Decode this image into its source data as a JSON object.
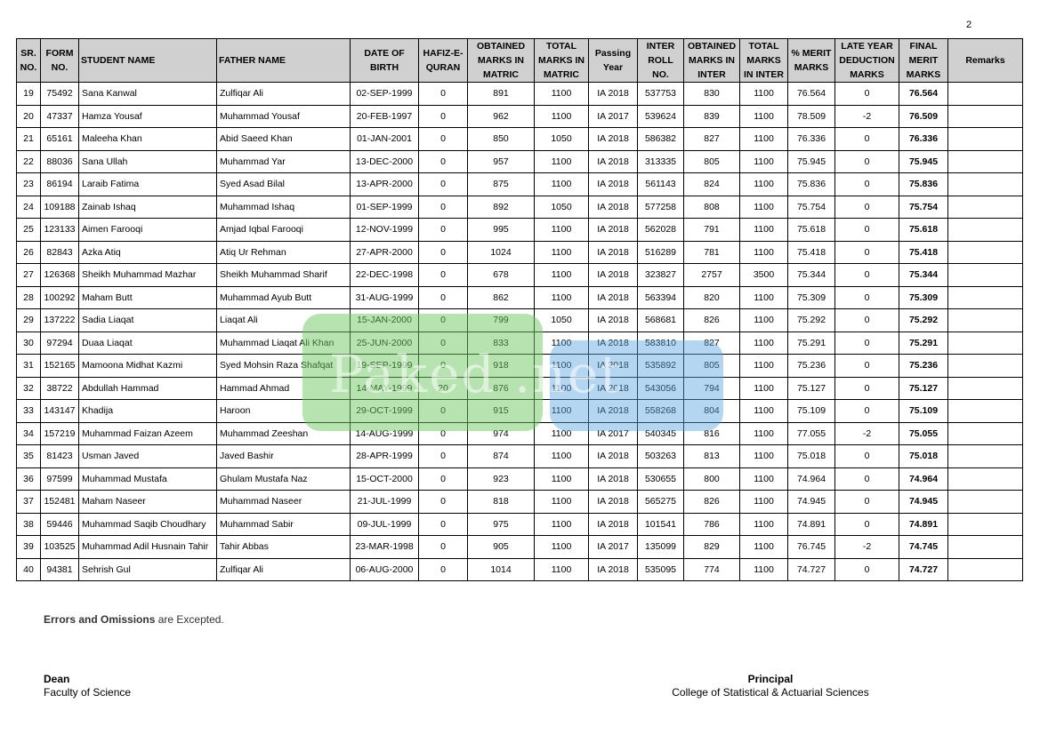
{
  "page_number": "2",
  "table": {
    "headers": {
      "sr": "SR. NO.",
      "form": "FORM NO.",
      "student": "STUDENT NAME",
      "father": "FATHER NAME",
      "dob": "DATE OF BIRTH",
      "hafiz": "HAFIZ-E-QURAN",
      "obt_matric": "OBTAINED MARKS IN MATRIC",
      "total_matric": "TOTAL MARKS IN MATRIC",
      "passing": "Passing Year",
      "roll": "INTER ROLL NO.",
      "obt_inter": "OBTAINED MARKS IN INTER",
      "total_inter": "TOTAL MARKS IN INTER",
      "merit": "% MERIT MARKS",
      "late": "LATE YEAR DEDUCTION MARKS",
      "final": "FINAL MERIT MARKS",
      "remarks": "Remarks"
    },
    "rows": [
      {
        "sr": "19",
        "form": "75492",
        "student": "Sana Kanwal",
        "father": "Zulfiqar Ali",
        "dob": "02-SEP-1999",
        "hafiz": "0",
        "obt_matric": "891",
        "total_matric": "1100",
        "passing": "IA 2018",
        "roll": "537753",
        "obt_inter": "830",
        "total_inter": "1100",
        "merit": "76.564",
        "late": "0",
        "final": "76.564",
        "remarks": ""
      },
      {
        "sr": "20",
        "form": "47337",
        "student": "Hamza Yousaf",
        "father": "Muhammad Yousaf",
        "dob": "20-FEB-1997",
        "hafiz": "0",
        "obt_matric": "962",
        "total_matric": "1100",
        "passing": "IA 2017",
        "roll": "539624",
        "obt_inter": "839",
        "total_inter": "1100",
        "merit": "78.509",
        "late": "-2",
        "final": "76.509",
        "remarks": ""
      },
      {
        "sr": "21",
        "form": "65161",
        "student": "Maleeha Khan",
        "father": "Abid Saeed Khan",
        "dob": "01-JAN-2001",
        "hafiz": "0",
        "obt_matric": "850",
        "total_matric": "1050",
        "passing": "IA 2018",
        "roll": "586382",
        "obt_inter": "827",
        "total_inter": "1100",
        "merit": "76.336",
        "late": "0",
        "final": "76.336",
        "remarks": ""
      },
      {
        "sr": "22",
        "form": "88036",
        "student": "Sana Ullah",
        "father": "Muhammad Yar",
        "dob": "13-DEC-2000",
        "hafiz": "0",
        "obt_matric": "957",
        "total_matric": "1100",
        "passing": "IA 2018",
        "roll": "313335",
        "obt_inter": "805",
        "total_inter": "1100",
        "merit": "75.945",
        "late": "0",
        "final": "75.945",
        "remarks": ""
      },
      {
        "sr": "23",
        "form": "86194",
        "student": "Laraib Fatima",
        "father": "Syed Asad Bilal",
        "dob": "13-APR-2000",
        "hafiz": "0",
        "obt_matric": "875",
        "total_matric": "1100",
        "passing": "IA 2018",
        "roll": "561143",
        "obt_inter": "824",
        "total_inter": "1100",
        "merit": "75.836",
        "late": "0",
        "final": "75.836",
        "remarks": ""
      },
      {
        "sr": "24",
        "form": "109188",
        "student": "Zainab Ishaq",
        "father": "Muhammad Ishaq",
        "dob": "01-SEP-1999",
        "hafiz": "0",
        "obt_matric": "892",
        "total_matric": "1050",
        "passing": "IA 2018",
        "roll": "577258",
        "obt_inter": "808",
        "total_inter": "1100",
        "merit": "75.754",
        "late": "0",
        "final": "75.754",
        "remarks": ""
      },
      {
        "sr": "25",
        "form": "123133",
        "student": "Aimen Farooqi",
        "father": "Amjad Iqbal Farooqi",
        "dob": "12-NOV-1999",
        "hafiz": "0",
        "obt_matric": "995",
        "total_matric": "1100",
        "passing": "IA 2018",
        "roll": "562028",
        "obt_inter": "791",
        "total_inter": "1100",
        "merit": "75.618",
        "late": "0",
        "final": "75.618",
        "remarks": ""
      },
      {
        "sr": "26",
        "form": "82843",
        "student": "Azka Atiq",
        "father": "Atiq Ur Rehman",
        "dob": "27-APR-2000",
        "hafiz": "0",
        "obt_matric": "1024",
        "total_matric": "1100",
        "passing": "IA 2018",
        "roll": "516289",
        "obt_inter": "781",
        "total_inter": "1100",
        "merit": "75.418",
        "late": "0",
        "final": "75.418",
        "remarks": ""
      },
      {
        "sr": "27",
        "form": "126368",
        "student": "Sheikh Muhammad Mazhar",
        "father": "Sheikh Muhammad Sharif",
        "dob": "22-DEC-1998",
        "hafiz": "0",
        "obt_matric": "678",
        "total_matric": "1100",
        "passing": "IA 2018",
        "roll": "323827",
        "obt_inter": "2757",
        "total_inter": "3500",
        "merit": "75.344",
        "late": "0",
        "final": "75.344",
        "remarks": ""
      },
      {
        "sr": "28",
        "form": "100292",
        "student": "Maham Butt",
        "father": "Muhammad Ayub Butt",
        "dob": "31-AUG-1999",
        "hafiz": "0",
        "obt_matric": "862",
        "total_matric": "1100",
        "passing": "IA 2018",
        "roll": "563394",
        "obt_inter": "820",
        "total_inter": "1100",
        "merit": "75.309",
        "late": "0",
        "final": "75.309",
        "remarks": ""
      },
      {
        "sr": "29",
        "form": "137222",
        "student": "Sadia Liaqat",
        "father": "Liaqat Ali",
        "dob": "15-JAN-2000",
        "hafiz": "0",
        "obt_matric": "799",
        "total_matric": "1050",
        "passing": "IA 2018",
        "roll": "568681",
        "obt_inter": "826",
        "total_inter": "1100",
        "merit": "75.292",
        "late": "0",
        "final": "75.292",
        "remarks": ""
      },
      {
        "sr": "30",
        "form": "97294",
        "student": "Duaa Liaqat",
        "father": "Muhammad Liaqat Ali Khan",
        "dob": "25-JUN-2000",
        "hafiz": "0",
        "obt_matric": "833",
        "total_matric": "1100",
        "passing": "IA 2018",
        "roll": "583810",
        "obt_inter": "827",
        "total_inter": "1100",
        "merit": "75.291",
        "late": "0",
        "final": "75.291",
        "remarks": ""
      },
      {
        "sr": "31",
        "form": "152165",
        "student": "Mamoona Midhat Kazmi",
        "father": "Syed Mohsin Raza Shafqat",
        "dob": "19-SEP-1999",
        "hafiz": "0",
        "obt_matric": "918",
        "total_matric": "1100",
        "passing": "IA 2018",
        "roll": "535892",
        "obt_inter": "805",
        "total_inter": "1100",
        "merit": "75.236",
        "late": "0",
        "final": "75.236",
        "remarks": ""
      },
      {
        "sr": "32",
        "form": "38722",
        "student": "Abdullah Hammad",
        "father": "Hammad Ahmad",
        "dob": "14-MAY-1999",
        "hafiz": "20",
        "obt_matric": "876",
        "total_matric": "1100",
        "passing": "IA 2018",
        "roll": "543056",
        "obt_inter": "794",
        "total_inter": "1100",
        "merit": "75.127",
        "late": "0",
        "final": "75.127",
        "remarks": ""
      },
      {
        "sr": "33",
        "form": "143147",
        "student": "Khadija",
        "father": "Haroon",
        "dob": "29-OCT-1999",
        "hafiz": "0",
        "obt_matric": "915",
        "total_matric": "1100",
        "passing": "IA 2018",
        "roll": "558268",
        "obt_inter": "804",
        "total_inter": "1100",
        "merit": "75.109",
        "late": "0",
        "final": "75.109",
        "remarks": ""
      },
      {
        "sr": "34",
        "form": "157219",
        "student": "Muhammad Faizan Azeem",
        "father": "Muhammad Zeeshan",
        "dob": "14-AUG-1999",
        "hafiz": "0",
        "obt_matric": "974",
        "total_matric": "1100",
        "passing": "IA 2017",
        "roll": "540345",
        "obt_inter": "816",
        "total_inter": "1100",
        "merit": "77.055",
        "late": "-2",
        "final": "75.055",
        "remarks": ""
      },
      {
        "sr": "35",
        "form": "81423",
        "student": "Usman Javed",
        "father": "Javed Bashir",
        "dob": "28-APR-1999",
        "hafiz": "0",
        "obt_matric": "874",
        "total_matric": "1100",
        "passing": "IA 2018",
        "roll": "503263",
        "obt_inter": "813",
        "total_inter": "1100",
        "merit": "75.018",
        "late": "0",
        "final": "75.018",
        "remarks": ""
      },
      {
        "sr": "36",
        "form": "97599",
        "student": "Muhammad Mustafa",
        "father": "Ghulam Mustafa Naz",
        "dob": "15-OCT-2000",
        "hafiz": "0",
        "obt_matric": "923",
        "total_matric": "1100",
        "passing": "IA 2018",
        "roll": "530655",
        "obt_inter": "800",
        "total_inter": "1100",
        "merit": "74.964",
        "late": "0",
        "final": "74.964",
        "remarks": ""
      },
      {
        "sr": "37",
        "form": "152481",
        "student": "Maham Naseer",
        "father": "Muhammad Naseer",
        "dob": "21-JUL-1999",
        "hafiz": "0",
        "obt_matric": "818",
        "total_matric": "1100",
        "passing": "IA 2018",
        "roll": "565275",
        "obt_inter": "826",
        "total_inter": "1100",
        "merit": "74.945",
        "late": "0",
        "final": "74.945",
        "remarks": ""
      },
      {
        "sr": "38",
        "form": "59446",
        "student": "Muhammad Saqib Choudhary",
        "father": "Muhammad Sabir",
        "dob": "09-JUL-1999",
        "hafiz": "0",
        "obt_matric": "975",
        "total_matric": "1100",
        "passing": "IA 2018",
        "roll": "101541",
        "obt_inter": "786",
        "total_inter": "1100",
        "merit": "74.891",
        "late": "0",
        "final": "74.891",
        "remarks": ""
      },
      {
        "sr": "39",
        "form": "103525",
        "student": "Muhammad Adil Husnain Tahir",
        "father": "Tahir Abbas",
        "dob": "23-MAR-1998",
        "hafiz": "0",
        "obt_matric": "905",
        "total_matric": "1100",
        "passing": "IA 2017",
        "roll": "135099",
        "obt_inter": "829",
        "total_inter": "1100",
        "merit": "76.745",
        "late": "-2",
        "final": "74.745",
        "remarks": ""
      },
      {
        "sr": "40",
        "form": "94381",
        "student": "Sehrish Gul",
        "father": "Zulfiqar Ali",
        "dob": "06-AUG-2000",
        "hafiz": "0",
        "obt_matric": "1014",
        "total_matric": "1100",
        "passing": "IA 2018",
        "roll": "535095",
        "obt_inter": "774",
        "total_inter": "1100",
        "merit": "74.727",
        "late": "0",
        "final": "74.727",
        "remarks": ""
      }
    ]
  },
  "watermark": {
    "text": "Paked .net"
  },
  "footer": {
    "note_bold": "Errors and Omissions",
    "note_rest": " are Excepted.",
    "left_title": "Dean",
    "left_sub": "Faculty of Science",
    "right_title": "Principal",
    "right_sub": "College of Statistical & Actuarial Sciences"
  }
}
